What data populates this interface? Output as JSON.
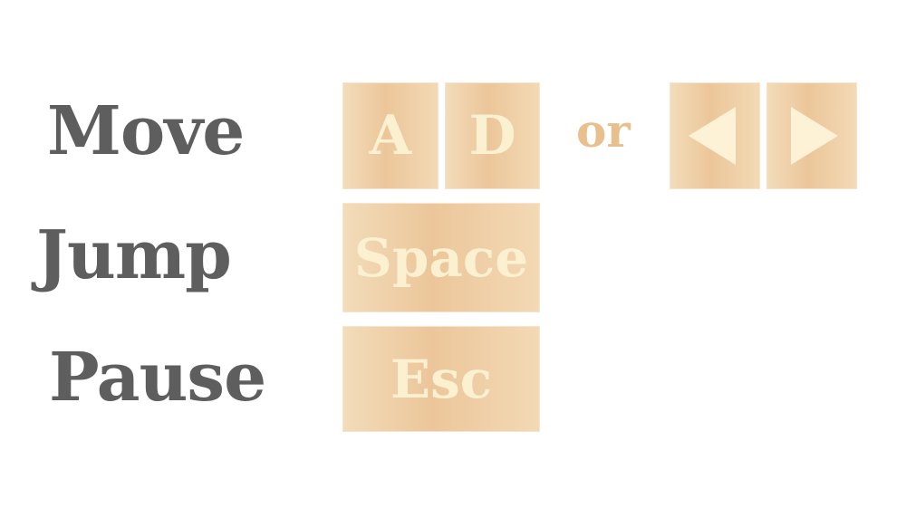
{
  "controls": {
    "move": {
      "label": "Move",
      "keys_primary": [
        "A",
        "D"
      ],
      "separator": "or",
      "keys_alternate": [
        "left-arrow-icon",
        "right-arrow-icon"
      ]
    },
    "jump": {
      "label": "Jump",
      "key": "Space"
    },
    "pause": {
      "label": "Pause",
      "key": "Esc"
    }
  },
  "colors": {
    "label_text": "#5e5e5e",
    "key_face": "#ecc69a",
    "key_text": "#fbf0cf",
    "or_text": "#e8c08e"
  }
}
